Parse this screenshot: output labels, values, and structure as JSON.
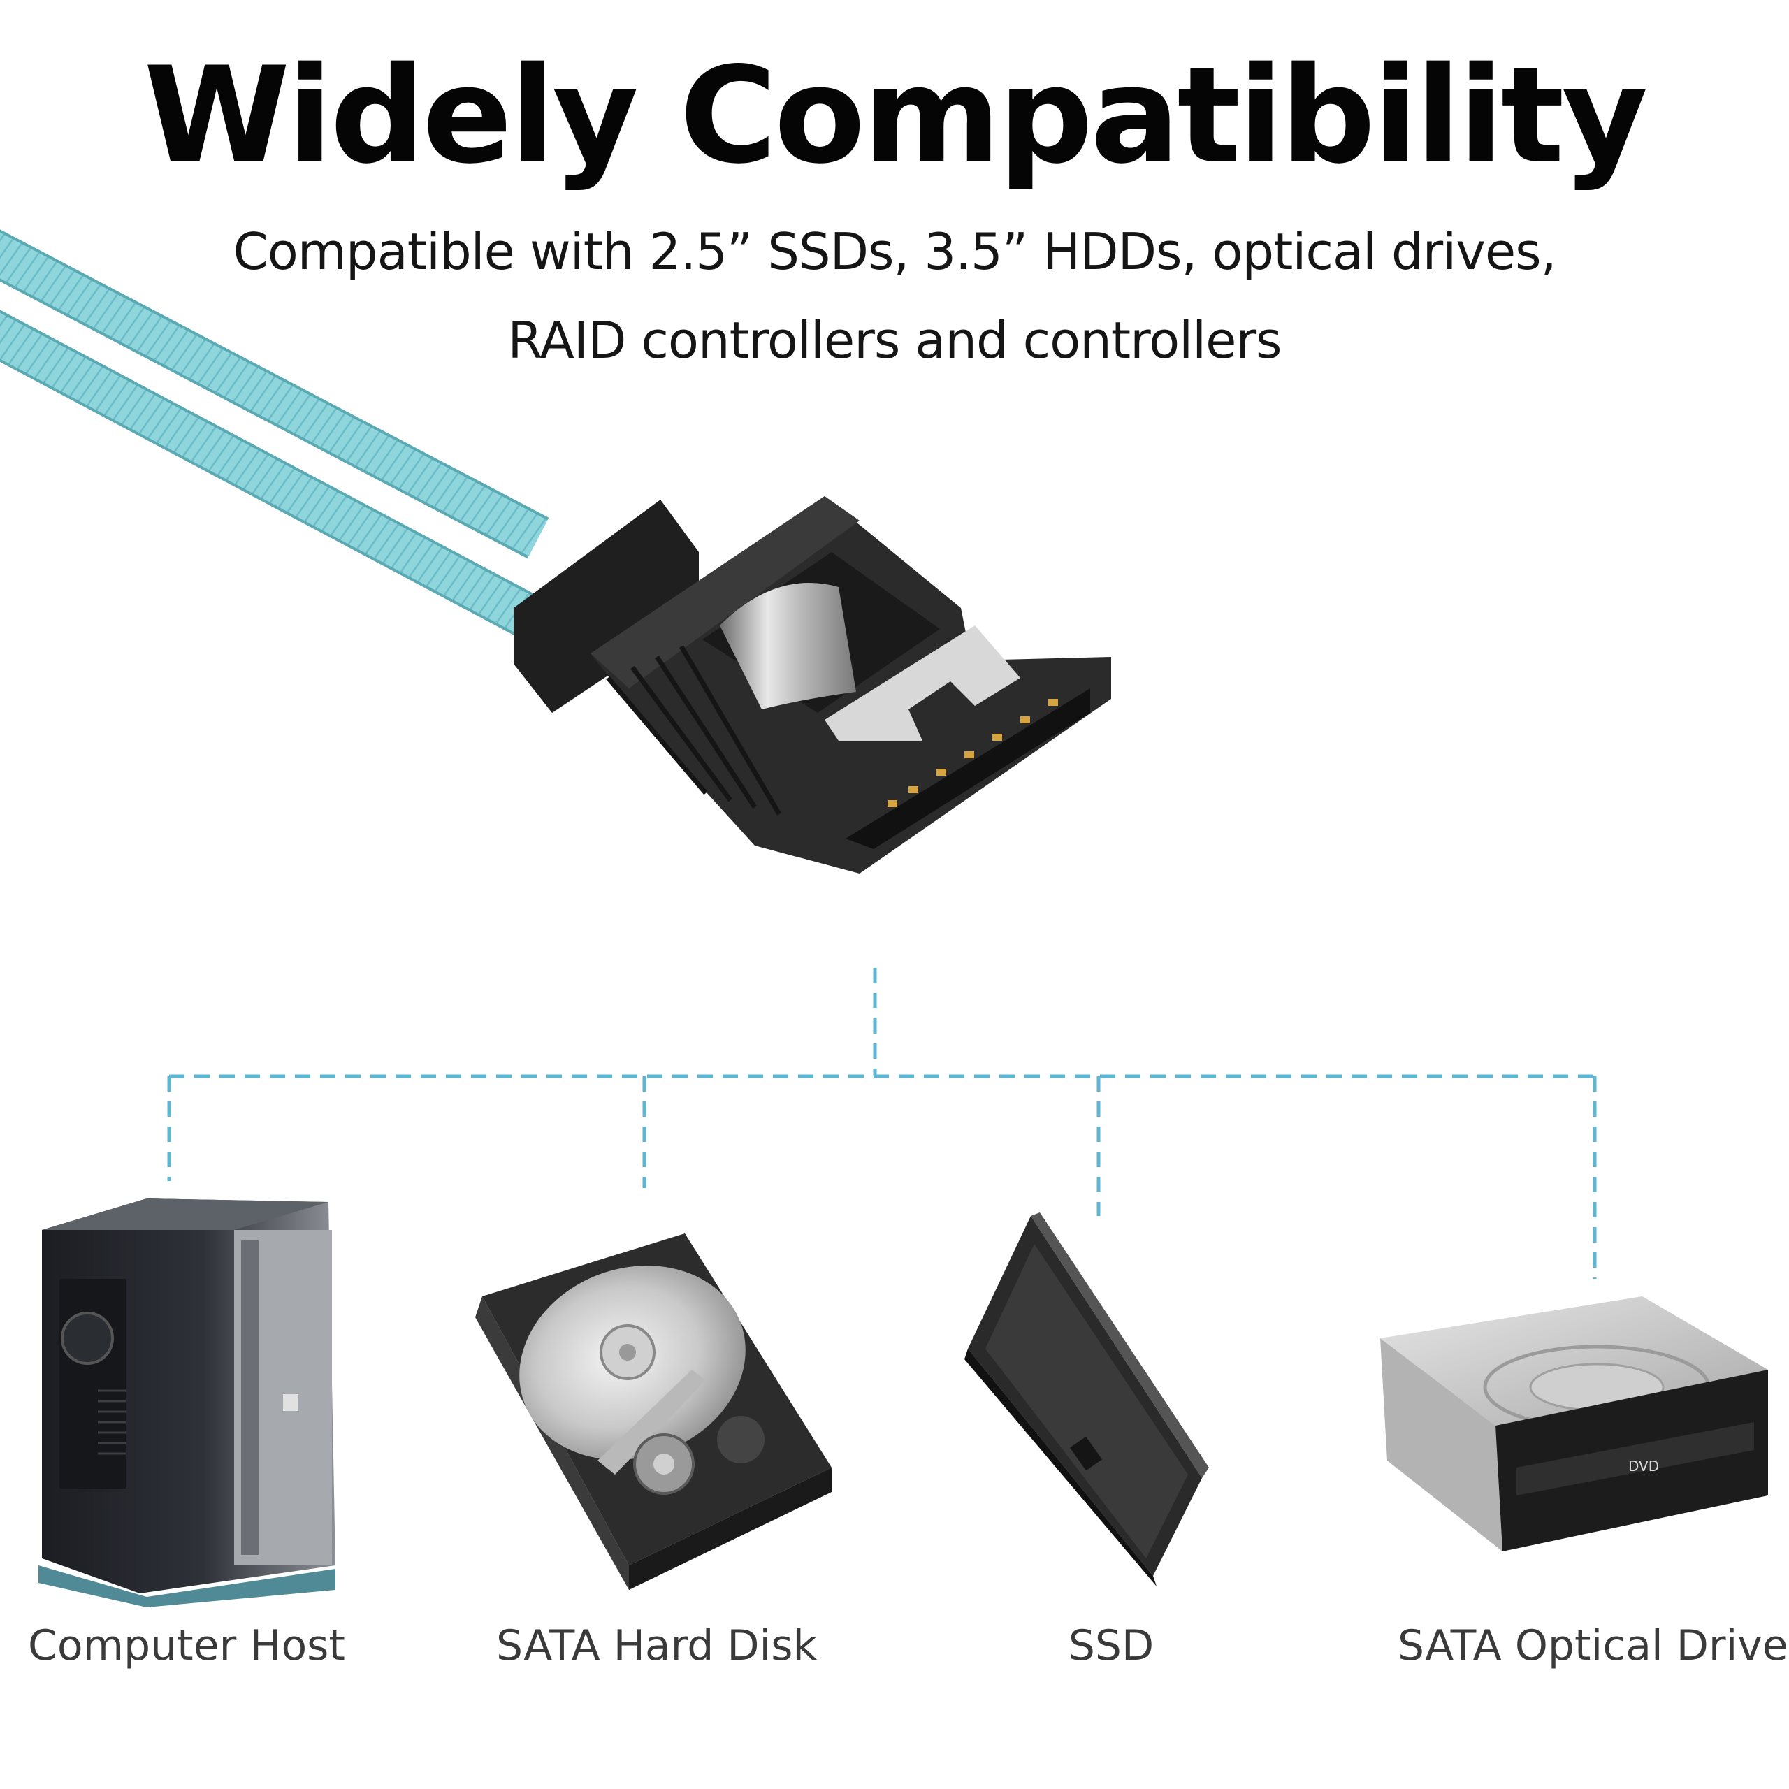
{
  "heading": {
    "title": "Widely Compatibility",
    "line1": "Compatible with 2.5”  SSDs, 3.5”  HDDs, optical drives,",
    "line2": "RAID controllers and controllers"
  },
  "devices": [
    {
      "label": "Computer Host",
      "icon": "computer-tower-icon"
    },
    {
      "label": "SATA Hard Disk",
      "icon": "hard-disk-icon"
    },
    {
      "label": "SSD",
      "icon": "ssd-icon"
    },
    {
      "label": "SATA Optical Drive",
      "icon": "optical-drive-icon"
    }
  ],
  "drive_tray_mark": "DVD",
  "colors": {
    "cable": "#8fd5dc",
    "connector": "#2a2a2a",
    "dashed_line": "#5fb6d2",
    "label_text": "#3a3a3a"
  }
}
